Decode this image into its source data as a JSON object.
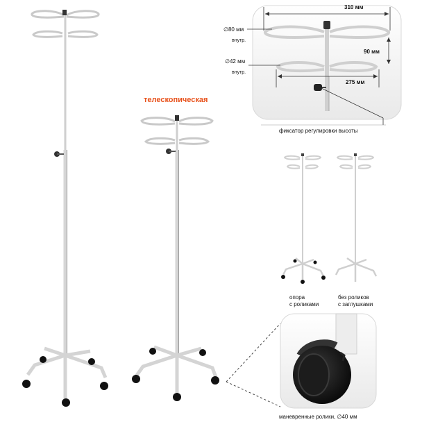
{
  "title_telescopic": "телескопическая",
  "detail_top": {
    "width_outer": "310 мм",
    "hook_large_diameter": "∅80 мм",
    "hook_large_suffix": "внутр.",
    "vertical_gap": "90 мм",
    "hook_small_diameter": "∅42 мм",
    "hook_small_suffix": "внутр.",
    "width_inner": "275 мм",
    "height_lock_label": "фиксатор регулировки высоты"
  },
  "variants": [
    {
      "label_line1": "опора",
      "label_line2": "с роликами"
    },
    {
      "label_line1": "без роликов",
      "label_line2": "с заглушками"
    }
  ],
  "caster_caption": "маневренные ролики, ∅40 мм",
  "colors": {
    "accent": "#e8521c",
    "steel": "#d2d2d2",
    "caster": "#111111"
  }
}
